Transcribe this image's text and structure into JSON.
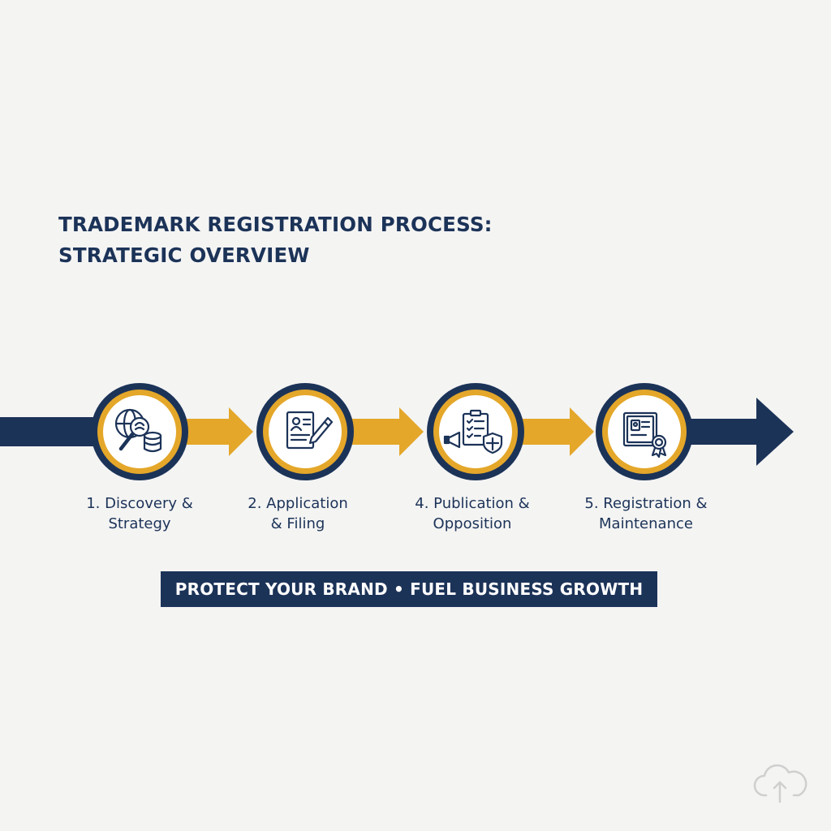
{
  "title": {
    "line1": "TRADEMARK REGISTRATION PROCESS:",
    "line2": "STRATEGIC OVERVIEW"
  },
  "colors": {
    "navy": "#1c3358",
    "gold": "#e4a72a",
    "background": "#f4f4f3"
  },
  "steps": [
    {
      "line1": "1. Discovery &",
      "line2": "Strategy",
      "icon": "search-database-icon"
    },
    {
      "line1": "2. Application",
      "line2": "& Filing",
      "icon": "application-form-pen-icon"
    },
    {
      "line1": "4. Publication &",
      "line2": "Opposition",
      "icon": "checklist-megaphone-shield-icon"
    },
    {
      "line1": "5. Registration &",
      "line2": "Maintenance",
      "icon": "certificate-seal-icon"
    }
  ],
  "banner": {
    "text": "PROTECT YOUR BRAND • FUEL BUSINESS GROWTH"
  },
  "watermark_icon": "cloud-upload-icon"
}
